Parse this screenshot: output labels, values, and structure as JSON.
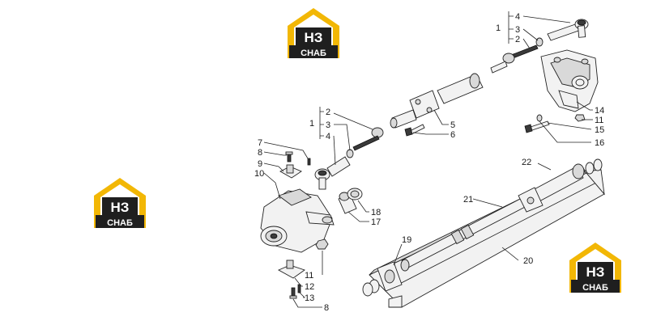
{
  "logo": {
    "letters": "НЗ",
    "caption": "СНАБ",
    "colors": {
      "roof": "#f2b705",
      "body": "#1f1f1f",
      "text": "#ffffff"
    }
  },
  "callouts": {
    "c1_top": "1",
    "c2_top": "2",
    "c3_top": "3",
    "c4_top": "4",
    "c5": "5",
    "c6": "6",
    "c14": "14",
    "c11_top": "11",
    "c15": "15",
    "c16": "16",
    "c1_mid": "1",
    "c2_mid": "2",
    "c3_mid": "3",
    "c4_mid": "4",
    "c7": "7",
    "c8_top": "8",
    "c9": "9",
    "c10": "10",
    "c18": "18",
    "c17": "17",
    "c11_bot": "11",
    "c12": "12",
    "c13": "13",
    "c8_bot": "8",
    "c22": "22",
    "c21": "21",
    "c19": "19",
    "c20": "20"
  }
}
